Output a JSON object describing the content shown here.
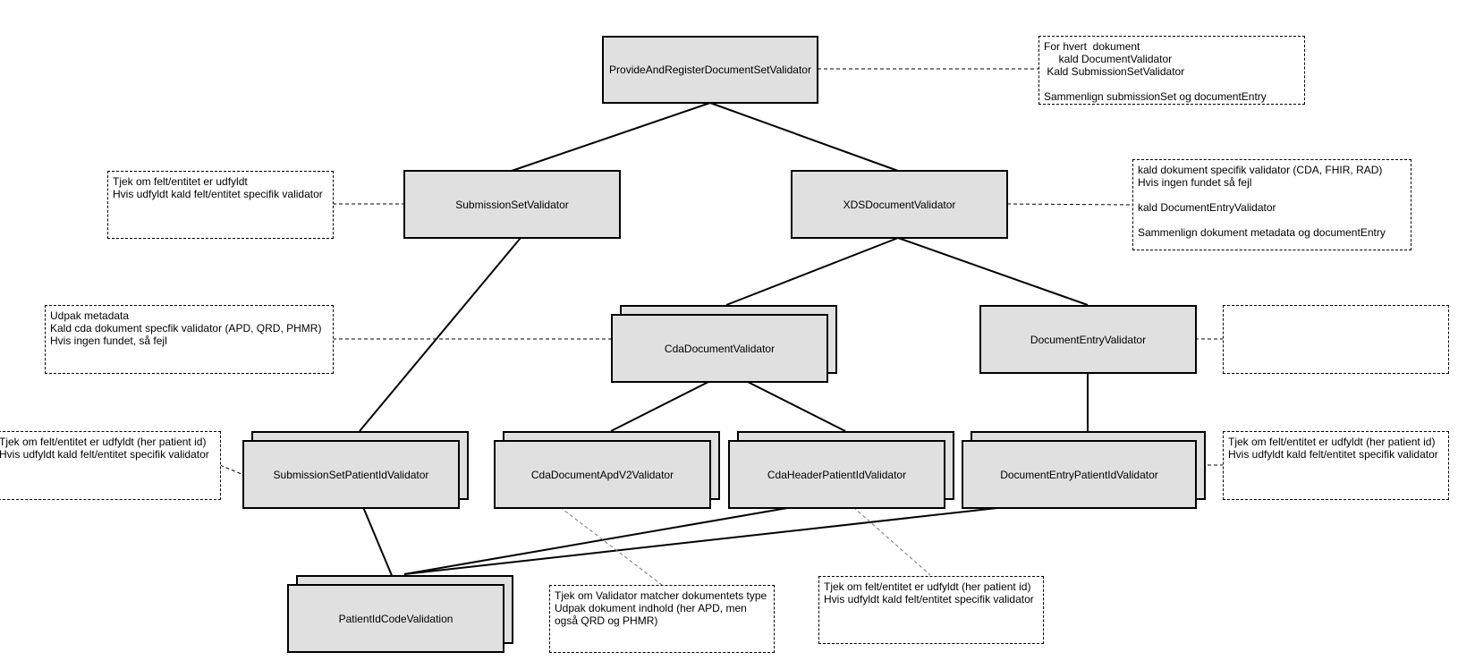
{
  "nodes": {
    "provide": "ProvideAndRegisterDocumentSetValidator",
    "submission_set": "SubmissionSetValidator",
    "xds_document": "XDSDocumentValidator",
    "cda_document": "CdaDocumentValidator",
    "document_entry": "DocumentEntryValidator",
    "submission_set_patient_id": "SubmissionSetPatientIdValidator",
    "cda_document_apd_v2": "CdaDocumentApdV2Validator",
    "cda_header_patient_id": "CdaHeaderPatientIdValidator",
    "document_entry_patient_id": "DocumentEntryPatientIdValidator",
    "patient_id_code": "PatientIdCodeValidation"
  },
  "notes": {
    "provide": "For hvert  dokument\n     kald DocumentValidator\n Kald SubmissionSetValidator\n\nSammenlign submissionSet og documentEntry",
    "submission_set": "Tjek om felt/entitet er udfyldt\nHvis udfyldt kald felt/entitet specifik validator",
    "xds_document": "kald dokument specifik validator (CDA, FHIR, RAD)\nHvis ingen fundet så fejl\n\nkald DocumentEntryValidator\n\nSammenlign dokument metadata og documentEntry",
    "cda_document": "Udpak metadata\nKald cda dokument specfik validator (APD, QRD, PHMR)\nHvis ingen fundet, så fejl",
    "document_entry": "",
    "submission_set_patient_id": "Tjek om felt/entitet er udfyldt (her patient id)\nHvis udfyldt kald felt/entitet specifik validator",
    "document_entry_patient_id": "Tjek om felt/entitet er udfyldt (her patient id)\nHvis udfyldt kald felt/entitet specifik validator",
    "cda_document_apd_v2": "Tjek om Validator matcher dokumentets type\nUdpak dokument indhold (her APD, men\nogså QRD og PHMR)",
    "cda_header_patient_id": "Tjek om felt/entitet er udfyldt (her patient id)\nHvis udfyldt kald felt/entitet specifik validator"
  }
}
